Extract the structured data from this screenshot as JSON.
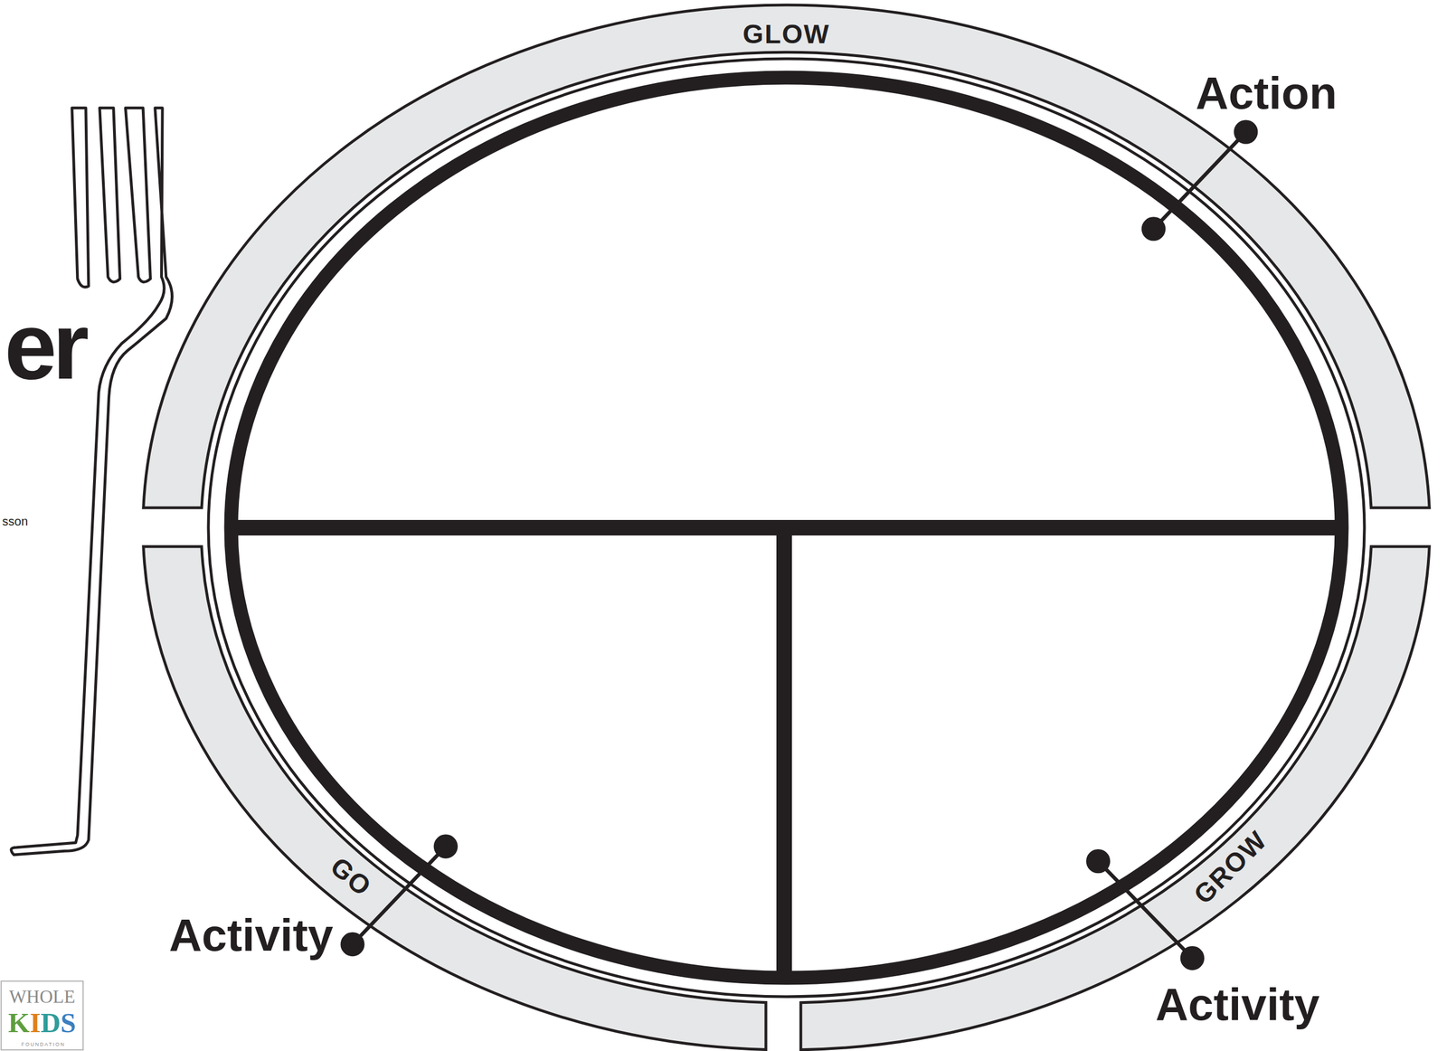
{
  "diagram": {
    "nodes": [
      {
        "text": [
          "GLOW"
        ]
      },
      {
        "text": [
          "GO"
        ]
      },
      {
        "text": [
          "GROW"
        ]
      }
    ],
    "labels": [
      "er",
      "sson",
      "Action",
      "Activity",
      "Activity",
      "WHOLE",
      "KIDS",
      "FOUNDATION"
    ]
  }
}
